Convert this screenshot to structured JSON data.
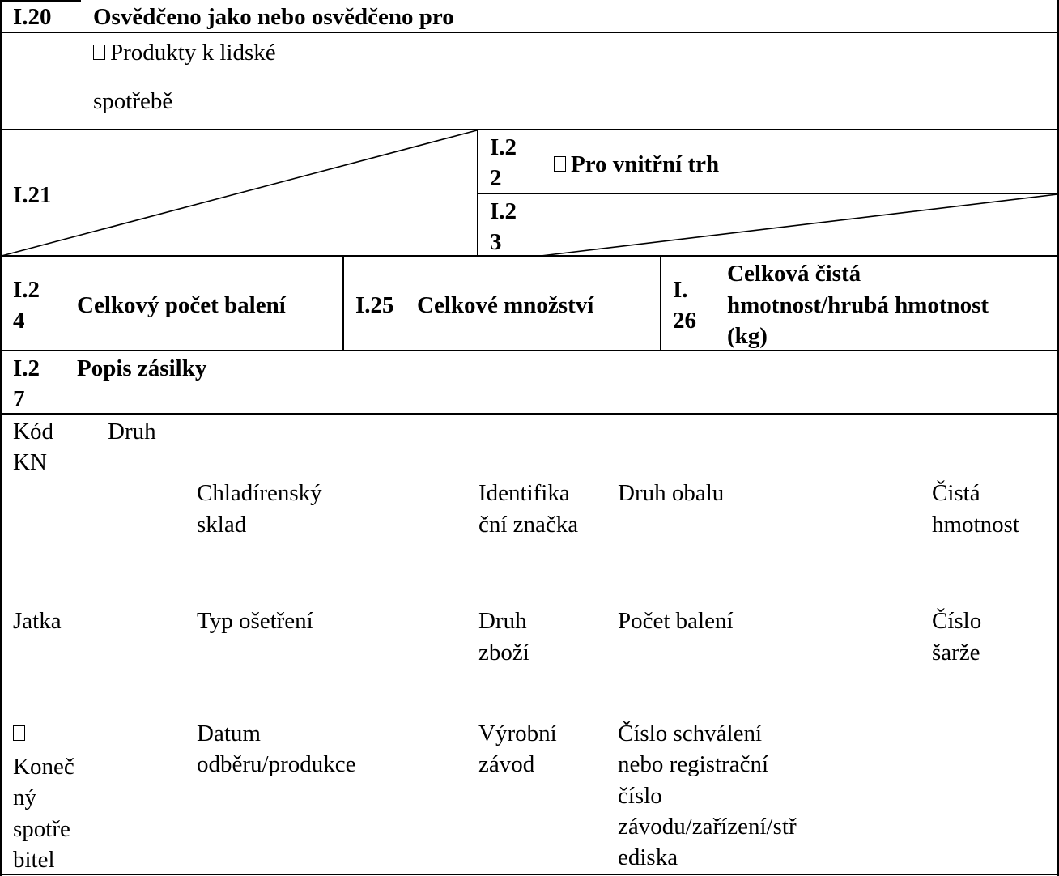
{
  "i20": {
    "code": "I.20",
    "title": "Osvědčeno jako nebo osvědčeno pro",
    "option_line1": "Produkty k lidské",
    "option_line2": "spotřebě"
  },
  "i21": {
    "code": "I.21"
  },
  "i22": {
    "code_line1": "I.2",
    "code_line2": "2",
    "label": "Pro vnitřní trh"
  },
  "i23": {
    "code_line1": "I.2",
    "code_line2": "3"
  },
  "i24": {
    "code_line1": "I.2",
    "code_line2": "4",
    "label": "Celkový počet balení"
  },
  "i25": {
    "code": "I.25",
    "label": "Celkové množství"
  },
  "i26": {
    "code_line1": "I.",
    "code_line2": "26",
    "label_line1": "Celková čistá",
    "label_line2": "hmotnost/hrubá hmotnost",
    "label_line3": "(kg)"
  },
  "i27": {
    "code_line1": "I.2",
    "code_line2": "7",
    "label": "Popis zásilky",
    "fields": {
      "kod_kn_1": "Kód",
      "kod_kn_2": "KN",
      "druh": "Druh",
      "chladirensky_1": "Chladírenský",
      "chladirensky_2": "sklad",
      "identifikacni_1": "Identifika",
      "identifikacni_2": "ční značka",
      "druh_obalu": "Druh obalu",
      "cista_1": "Čistá",
      "cista_2": "hmotnost",
      "jatka": "Jatka",
      "typ_osetreni": "Typ ošetření",
      "druh_zbozi_1": "Druh",
      "druh_zbozi_2": "zboží",
      "pocet_baleni": "Počet balení",
      "cislo_sarze_1": "Číslo",
      "cislo_sarze_2": "šarže",
      "konecny_1": "Koneč",
      "konecny_2": "ný",
      "konecny_3": "spotře",
      "konecny_4": "bitel",
      "datum_1": "Datum",
      "datum_2": "odběru/produkce",
      "vyrobni_1": "Výrobní",
      "vyrobni_2": "závod",
      "cislo_schvaleni_1": "Číslo schválení",
      "cislo_schvaleni_2": "nebo registrační",
      "cislo_schvaleni_3": "číslo",
      "cislo_schvaleni_4": "závodu/zařízení/stř",
      "cislo_schvaleni_5": "ediska"
    }
  }
}
